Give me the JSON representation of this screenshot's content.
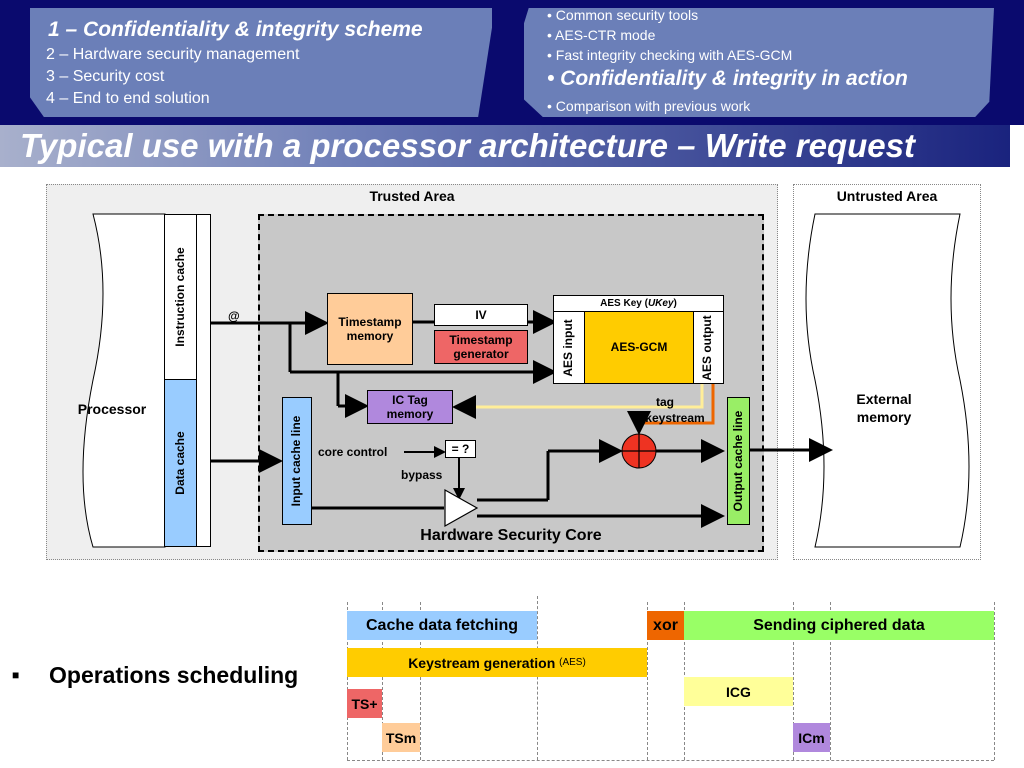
{
  "header": {
    "toc": [
      {
        "num": "1 –",
        "label": "Confidentiality & integrity scheme"
      },
      {
        "num": "2 –",
        "label": "Hardware security management"
      },
      {
        "num": "3 –",
        "label": "Security cost"
      },
      {
        "num": "4 –",
        "label": "End to end solution"
      }
    ],
    "subtopics": [
      "• Common security tools",
      "• AES-CTR mode",
      "• Fast integrity checking with AES-GCM",
      "• Confidentiality & integrity in action",
      "• Comparison with previous work"
    ]
  },
  "title": "Typical use with a processor architecture – Write request",
  "diagram": {
    "trusted_area": "Trusted Area",
    "untrusted_area": "Untrusted Area",
    "processor": "Processor",
    "instruction_cache": "Instruction cache",
    "data_cache": "Data cache",
    "address": "@",
    "timestamp_memory": "Timestamp memory",
    "iv": "IV",
    "timestamp_generator": "Timestamp generator",
    "aes_key_prefix": "AES Key (",
    "aes_key_var": "UKey",
    "aes_key_suffix": ")",
    "aes_input": "AES input",
    "aes_gcm": "AES-GCM",
    "aes_output": "AES output",
    "ic_tag_memory": "IC Tag memory",
    "tag": "tag",
    "keystream": "keystream",
    "input_cache_line": "Input cache line",
    "core_control": "core control",
    "compare": "= ?",
    "bypass": "bypass",
    "output_cache_line": "Output cache line",
    "hsc": "Hardware Security Core",
    "external_memory": "External memory"
  },
  "scheduling": {
    "heading": "Operations scheduling",
    "bars": {
      "cache_fetch": "Cache data fetching",
      "xor": "xor",
      "sending": "Sending ciphered data",
      "keystream": "Keystream generation",
      "keystream_note": "(AES)",
      "icg": "ICG",
      "ts_plus": "TS+",
      "tsm": "TSm",
      "icm": "ICm"
    }
  },
  "colors": {
    "header_bg": "#0a0a6e",
    "tab_bg": "#6b7fb8",
    "instr_cache": "#ffffff",
    "data_cache": "#99ccff",
    "input_cache": "#99ccff",
    "timestamp_mem": "#ffcc99",
    "timestamp_gen": "#ee6666",
    "aes_gcm": "#ffcc00",
    "ic_tag": "#b088dd",
    "output_cache": "#99ee66",
    "xor_node": "#ee3322"
  }
}
